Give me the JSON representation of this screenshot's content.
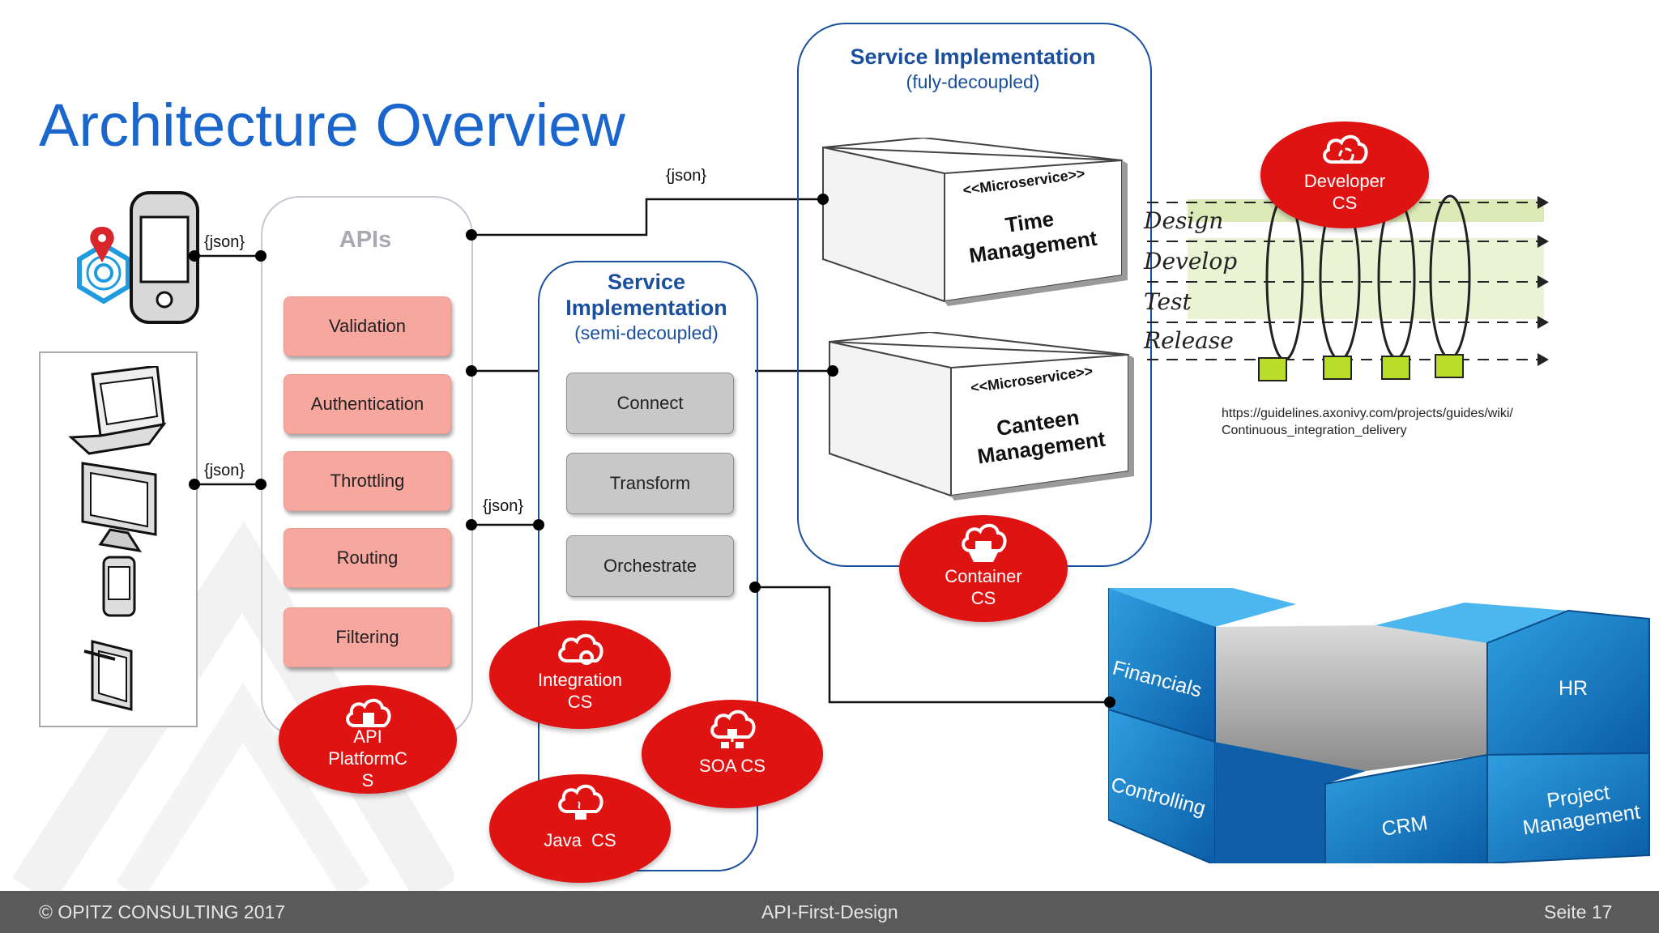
{
  "page": {
    "title": "Architecture Overview"
  },
  "json_label": "{json}",
  "apis": {
    "header": "APIs",
    "items": [
      "Validation",
      "Authentication",
      "Throttling",
      "Routing",
      "Filtering"
    ],
    "cloud_service": "API PlatformCS",
    "cloud_service_lines": [
      "API",
      "PlatformC",
      "S"
    ]
  },
  "semi": {
    "title_lines": [
      "Service",
      "Implementation"
    ],
    "subtitle": "(semi-decoupled)",
    "items": [
      "Connect",
      "Transform",
      "Orchestrate"
    ],
    "cloud_services": [
      {
        "lines": [
          "Integration",
          "CS"
        ]
      },
      {
        "lines": [
          "SOA CS"
        ]
      },
      {
        "lines": [
          "Java  CS"
        ]
      }
    ]
  },
  "full": {
    "title": "Service Implementation",
    "subtitle": "(fuly-decoupled)",
    "microservices": [
      {
        "stereotype": "<<Microservice>>",
        "name_lines": [
          "Time",
          "Management"
        ]
      },
      {
        "stereotype": "<<Microservice>>",
        "name_lines": [
          "Canteen",
          "Management"
        ]
      }
    ],
    "cloud_service_lines": [
      "Container",
      "CS"
    ]
  },
  "devops": {
    "cloud_service_lines": [
      "Developer",
      "CS"
    ],
    "phases": [
      "Design",
      "Develop",
      "Test",
      "Release"
    ],
    "url_lines": [
      "https://guidelines.axonivy.com/projects/guides/wiki/",
      "Continuous_integration_delivery"
    ]
  },
  "backend": {
    "segments": [
      "Financials",
      "HR",
      "Controlling",
      "CRM",
      "Project Management"
    ]
  },
  "footer": {
    "copyright": "© OPITZ CONSULTING 2017",
    "center": "API-First-Design",
    "page": "Seite 17"
  },
  "colors": {
    "title_blue": "#1a66cc",
    "header_blue": "#1a4f9e",
    "oracle_red": "#e01313",
    "api_pill": "#f7a79d",
    "service_pill": "#c8c8c8",
    "footer_bg": "#5a5a5a"
  }
}
